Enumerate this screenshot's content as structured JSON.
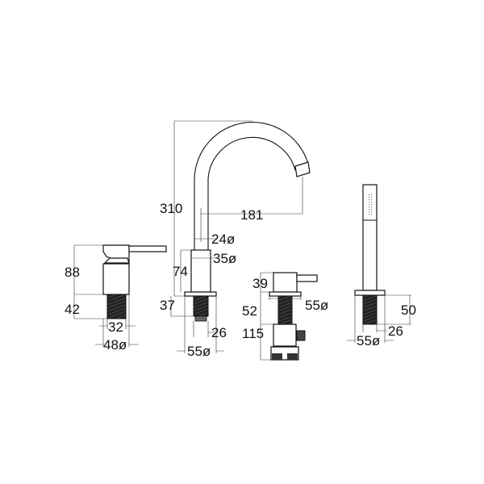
{
  "mixer": {
    "height_handle": "88",
    "height_thread": "42",
    "thread_width": "32",
    "base_diameter": "48ø"
  },
  "spout": {
    "total_height": "310",
    "projection": "181",
    "spout_diameter": "24ø",
    "body_diameter": "35ø",
    "body_height": "74",
    "thread_length": "37",
    "thread_width": "26",
    "base_diameter": "55ø"
  },
  "diverter": {
    "handle_height": "39",
    "thread_length": "52",
    "below_deck": "115",
    "plate_diameter": "55ø"
  },
  "handshower": {
    "thread_length": "50",
    "thread_width": "26",
    "base_diameter": "55ø"
  }
}
